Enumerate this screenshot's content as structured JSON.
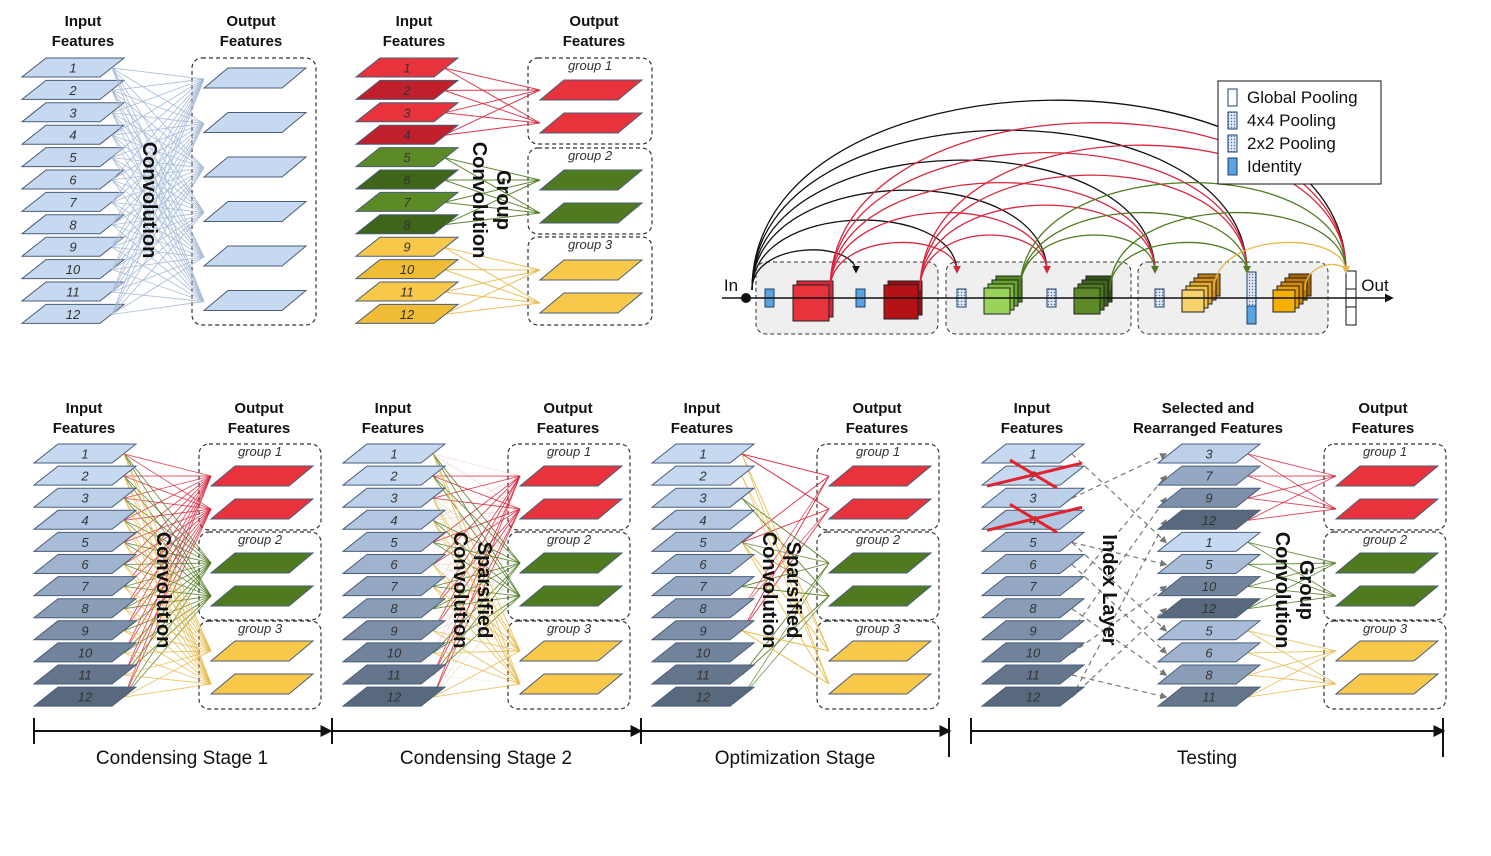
{
  "labels": {
    "input_features": "Input\nFeatures",
    "output_features": "Output\nFeatures",
    "selected_rearranged": "Selected and\nRearranged Features",
    "convolution": "Convolution",
    "group_convolution": "Group\nConvolution",
    "sparsified_convolution": "Sparsified\nConvolution",
    "index_layer": "Index Layer",
    "in": "In",
    "out": "Out",
    "group_prefix": "group"
  },
  "stages": [
    "Condensing Stage 1",
    "Condensing Stage 2",
    "Optimization Stage",
    "Testing"
  ],
  "legend": [
    "Global Pooling",
    "4x4 Pooling",
    "2x2 Pooling",
    "Identity"
  ],
  "layer_numbers": [
    "1",
    "2",
    "3",
    "4",
    "5",
    "6",
    "7",
    "8",
    "9",
    "10",
    "11",
    "12"
  ],
  "rearranged_order": [
    "3",
    "7",
    "9",
    "12",
    "1",
    "5",
    "10",
    "12",
    "5",
    "6",
    "8",
    "11"
  ],
  "colors": {
    "light_blue": "#c6d9f0",
    "group1_red": "#e8333d",
    "group2_green": "#4f7a1f",
    "group3_yellow": "#f7c84a",
    "edge_grey_blue": "#a9bcd6",
    "edge_red": "#d7263d",
    "edge_green": "#4f7a1f",
    "edge_yellow": "#e6b94a"
  }
}
